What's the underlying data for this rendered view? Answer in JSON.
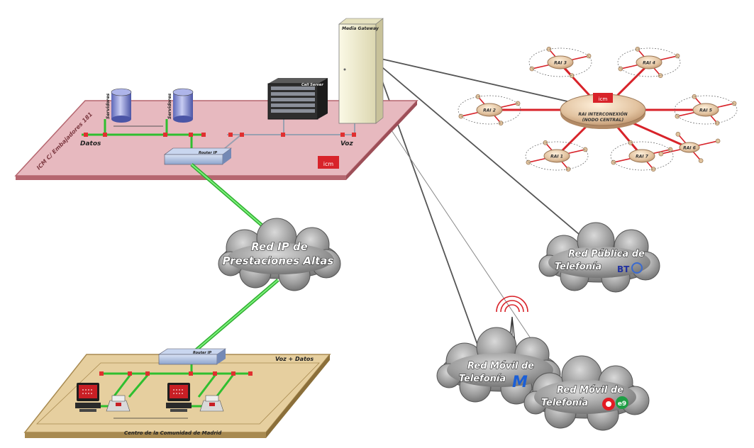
{
  "hq_platform": {
    "side_label": "ICM C/ Embajadores 181",
    "servers": [
      "Servidores",
      "Servidores"
    ],
    "datos_label": "Datos",
    "voz_label": "Voz",
    "call_server_label": "Call Server",
    "router_label": "Router IP",
    "media_gateway_label": "Media Gateway",
    "logo_text": "icm"
  },
  "ip_cloud": {
    "line1": "Red IP de",
    "line2": "Prestaciones Altas"
  },
  "branch": {
    "router_label": "Router IP",
    "voz_datos_label": "Voz + Datos",
    "footer_label": "Centro de la Comunidad de Madrid"
  },
  "rai": {
    "central_line1": "RAI INTERCONEXIÓN",
    "central_line2": "(NODO CENTRAL)",
    "central_logo": "icm",
    "nodes": [
      "RAI 3",
      "RAI 4",
      "RAI 2",
      "RAI 5",
      "RAI 1",
      "RAI 7",
      "RAI 6"
    ]
  },
  "clouds": {
    "public": {
      "line1": "Red Pública de",
      "line2": "Telefonía",
      "brand": "BT"
    },
    "mobile1": {
      "line1": "Red Móvil de",
      "line2": "Telefonía",
      "brand": "M"
    },
    "mobile2": {
      "line1": "Red Móvil de",
      "line2": "Telefonía",
      "brand": "e9"
    }
  },
  "colors": {
    "platform_pink": "#e7b9bf",
    "platform_edge": "#b5666f",
    "branch_tan": "#e6cf9f",
    "branch_edge": "#a88a50",
    "lan_green": "#3bd13b",
    "rai_red": "#d8232a",
    "cloud_gray": "#9a9a9a",
    "gateway_cream": "#f2efcf"
  }
}
